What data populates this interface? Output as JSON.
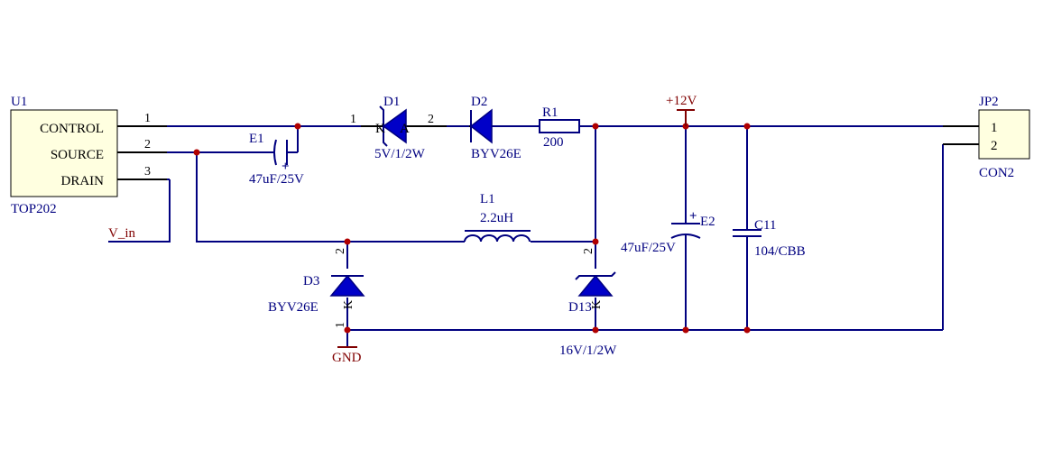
{
  "u1": {
    "designator": "U1",
    "part": "TOP202",
    "pins": [
      {
        "name": "CONTROL",
        "number": "1"
      },
      {
        "name": "SOURCE",
        "number": "2"
      },
      {
        "name": "DRAIN",
        "number": "3"
      }
    ]
  },
  "e1": {
    "designator": "E1",
    "value": "47uF/25V",
    "polarity": "+"
  },
  "d1": {
    "designator": "D1",
    "value": "5V/1/2W",
    "pin1": "1",
    "pin2": "2",
    "k": "K",
    "a": "A"
  },
  "d2": {
    "designator": "D2",
    "value": "BYV26E"
  },
  "r1": {
    "designator": "R1",
    "value": "200"
  },
  "l1": {
    "designator": "L1",
    "value": "2.2uH"
  },
  "d3": {
    "designator": "D3",
    "value": "BYV26E",
    "pin2": "2",
    "pin1": "1",
    "k": "K"
  },
  "d13": {
    "designator": "D13",
    "value": "16V/1/2W",
    "pin2": "2",
    "k": "K"
  },
  "e2": {
    "designator": "E2",
    "value": "47uF/25V",
    "polarity": "+"
  },
  "c11": {
    "designator": "C11",
    "value": "104/CBB"
  },
  "jp2": {
    "designator": "JP2",
    "part": "CON2",
    "pins": [
      "1",
      "2"
    ]
  },
  "nets": {
    "vplus": "+12V",
    "gnd": "GND",
    "vin": "V_in"
  },
  "colors": {
    "wire": "#000080",
    "junction": "#b00000",
    "power": "#800000",
    "component_fill": "#ffffe0"
  }
}
